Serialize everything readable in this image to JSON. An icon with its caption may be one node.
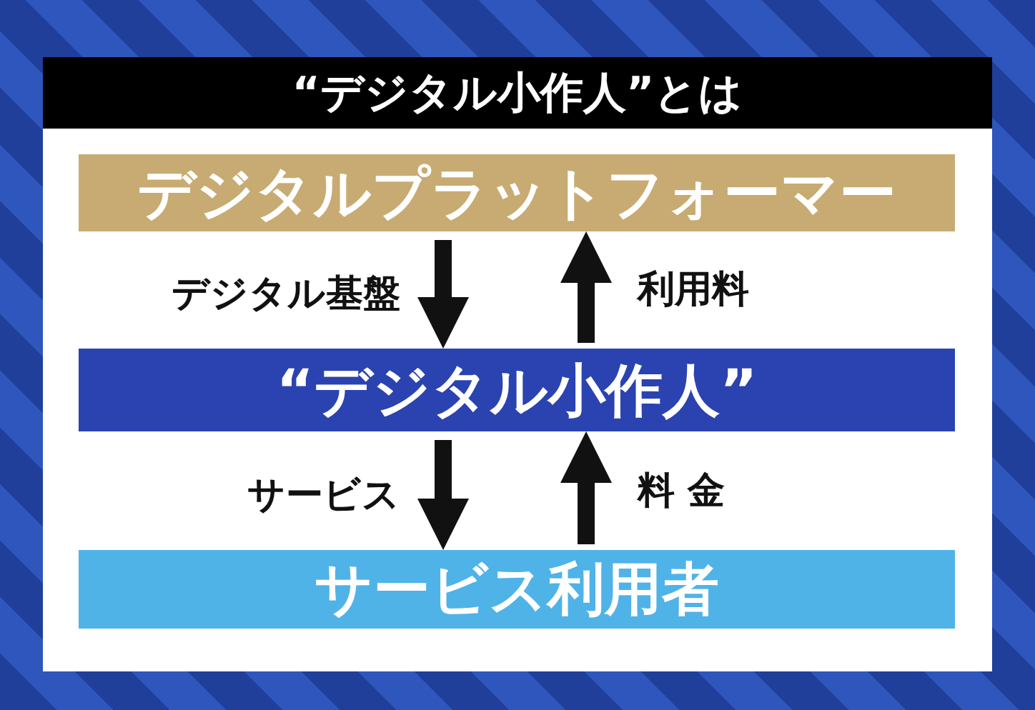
{
  "diagram": {
    "title": "“デジタル小作人”とは",
    "nodes": [
      {
        "text": [
          "デジタルプラットフォーマー"
        ]
      },
      {
        "text": [
          "“デジタル小作人”"
        ]
      },
      {
        "text": [
          "サービス利用者"
        ]
      }
    ],
    "edges": [
      {
        "from": 0,
        "to": 1,
        "arrow": "to",
        "label": "デジタル基盤"
      },
      {
        "from": 1,
        "to": 0,
        "arrow": "to",
        "label": "利用料"
      },
      {
        "from": 1,
        "to": 2,
        "arrow": "to",
        "label": "サービス"
      },
      {
        "from": 2,
        "to": 1,
        "arrow": "to",
        "label": "料 金"
      }
    ]
  }
}
